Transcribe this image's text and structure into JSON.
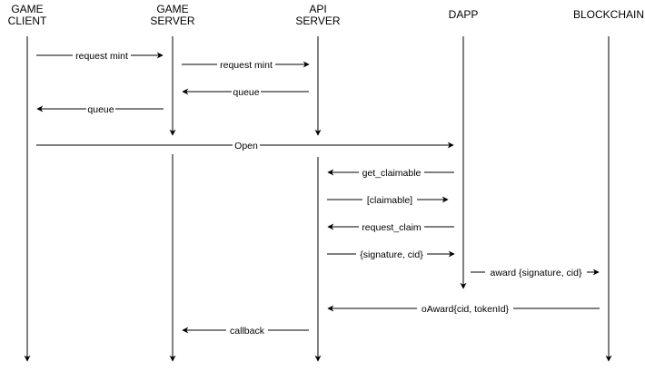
{
  "actors": [
    {
      "id": "game_client",
      "lines": [
        "GAME",
        "CLIENT"
      ]
    },
    {
      "id": "game_server",
      "lines": [
        "GAME",
        "SERVER"
      ]
    },
    {
      "id": "api_server",
      "lines": [
        "API",
        "SERVER"
      ]
    },
    {
      "id": "dapp",
      "lines": [
        "DAPP"
      ]
    },
    {
      "id": "blockchain",
      "lines": [
        "BLOCKCHAIN"
      ]
    }
  ],
  "messages": [
    {
      "label": "request mint",
      "from": "game_client",
      "to": "game_server"
    },
    {
      "label": "request mint",
      "from": "game_server",
      "to": "api_server"
    },
    {
      "label": "queue",
      "from": "api_server",
      "to": "game_server"
    },
    {
      "label": "queue",
      "from": "game_server",
      "to": "game_client"
    },
    {
      "label": "Open",
      "from": "game_client",
      "to": "dapp"
    },
    {
      "label": "get_claimable",
      "from": "dapp",
      "to": "api_server"
    },
    {
      "label": "[claimable]",
      "from": "api_server",
      "to": "dapp"
    },
    {
      "label": "request_claim",
      "from": "dapp",
      "to": "api_server"
    },
    {
      "label": "{signature, cid}",
      "from": "api_server",
      "to": "dapp"
    },
    {
      "label": "award {signature, cid}",
      "from": "dapp",
      "to": "blockchain"
    },
    {
      "label": "oAward{cid, tokenId}",
      "from": "blockchain",
      "to": "api_server"
    },
    {
      "label": "callback",
      "from": "api_server",
      "to": "game_server"
    }
  ],
  "colors": {
    "stroke": "#000000",
    "background": "#ffffff"
  }
}
